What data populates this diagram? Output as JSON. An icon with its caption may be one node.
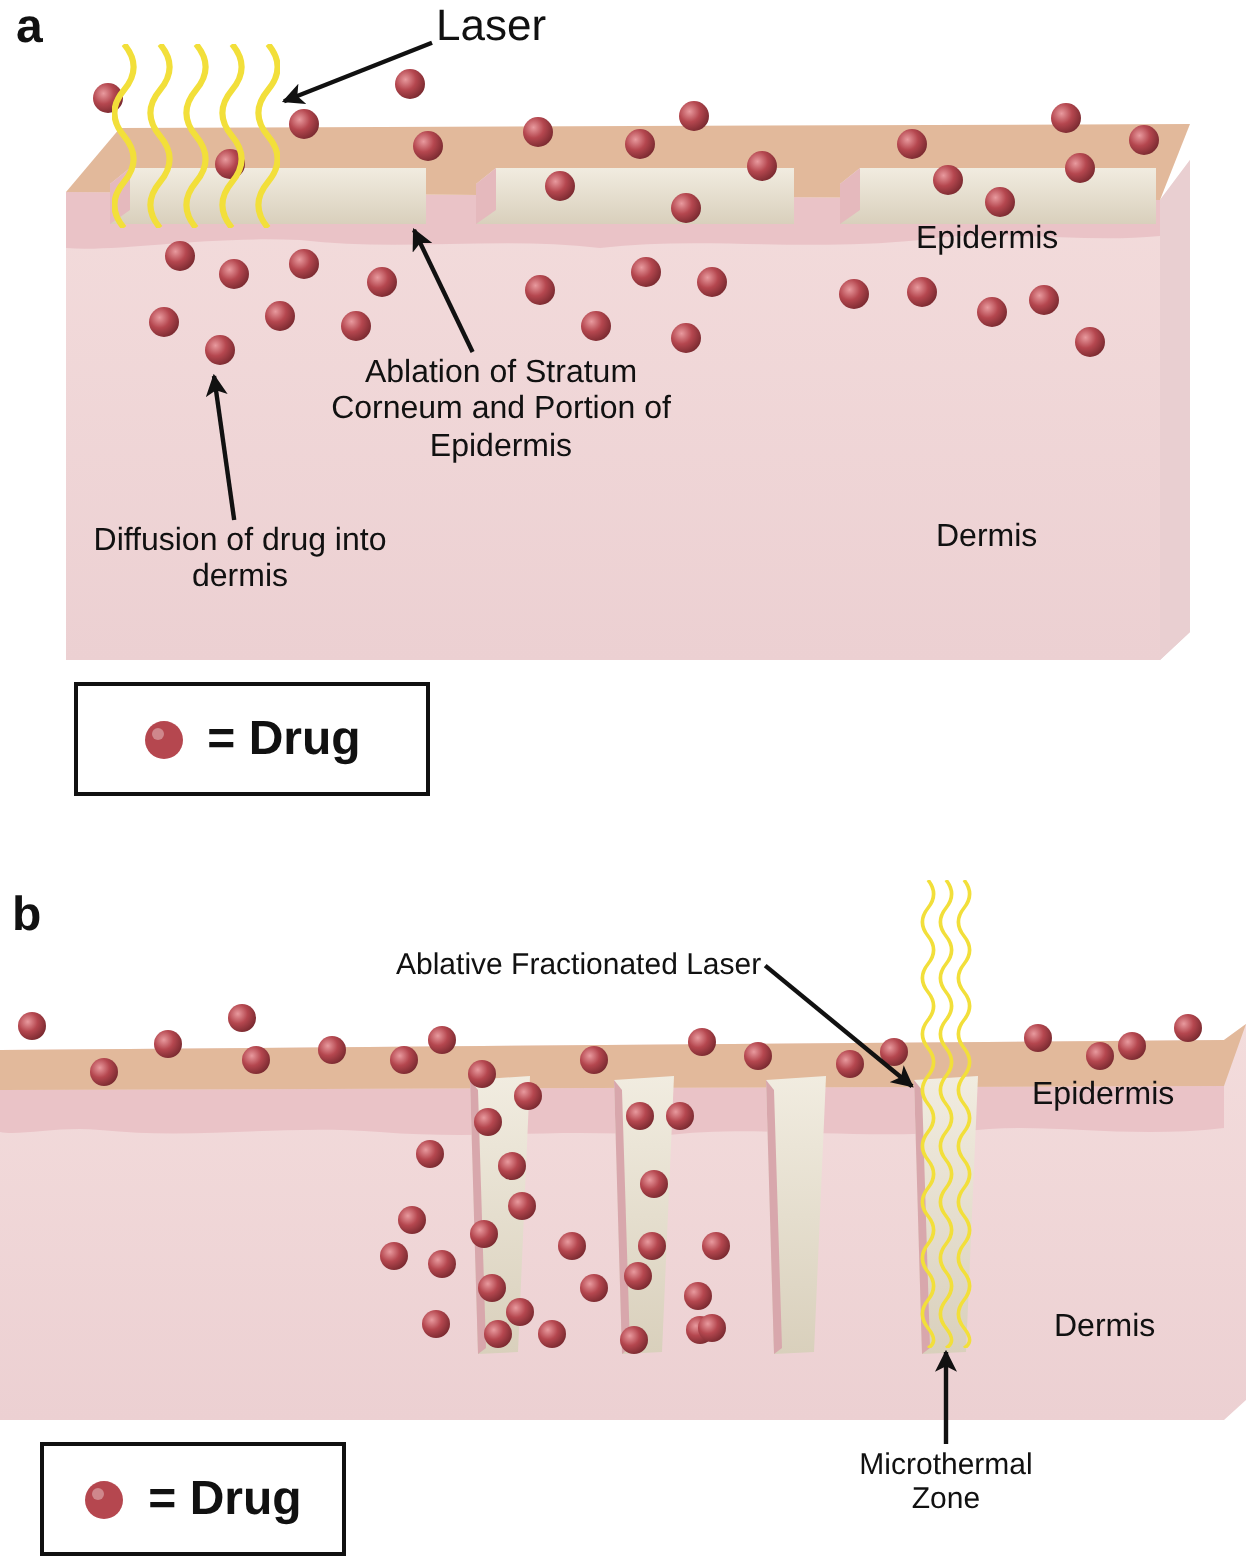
{
  "diagram": {
    "nodes": [
      {
        "text": [
          "Laser"
        ]
      },
      {
        "text": [],
        "shape": "picture"
      },
      {
        "text": [
          "Ablation of Stratum Corneum and Portion of Epidermis"
        ]
      },
      {
        "text": [
          "Diffusion of drug into dermis"
        ]
      },
      {
        "text": [
          "Ablative Fractionated Laser"
        ]
      },
      {
        "text": [],
        "shape": "picture"
      },
      {
        "text": [
          "Microthermal Zone"
        ]
      }
    ],
    "edges": [
      {
        "from": 0,
        "to": 1,
        "arrow": "to"
      },
      {
        "from": 2,
        "to": null,
        "arrow": "to"
      },
      {
        "from": 3,
        "to": null,
        "arrow": "to"
      },
      {
        "from": 4,
        "to": 5,
        "arrow": "to"
      },
      {
        "from": 6,
        "to": 5,
        "arrow": "to"
      }
    ],
    "labels": [
      "a",
      "Epidermis",
      "Dermis",
      "b",
      "Epidermis",
      "Dermis"
    ],
    "legend": [
      {
        "text": "= Drug",
        "color": "#b5474f"
      },
      {
        "text": "= Drug",
        "color": "#b5474f"
      }
    ]
  }
}
